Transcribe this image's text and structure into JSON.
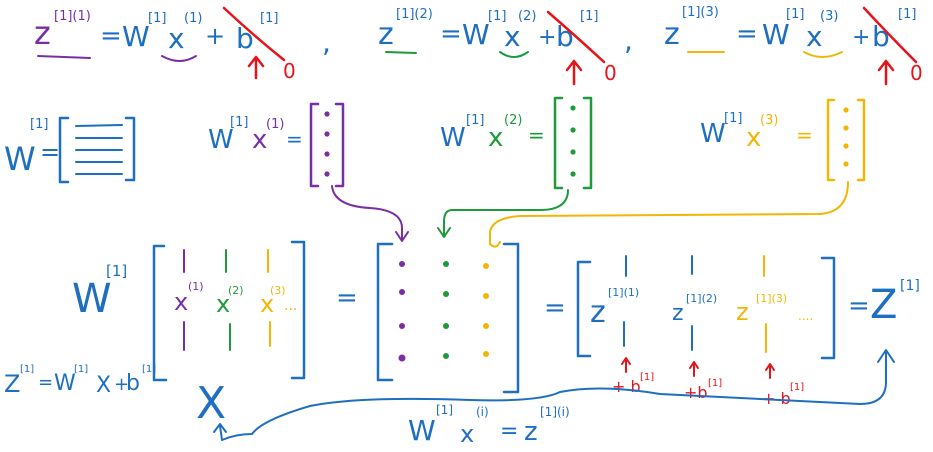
{
  "colors": {
    "blue": "#1f6fc0",
    "purple": "#7a2ea6",
    "green": "#1f9a3a",
    "yellow": "#f2b705",
    "red": "#e4141b"
  },
  "row1": {
    "eq1": {
      "z": "z",
      "z_sup": "[1](1)",
      "eq": "=",
      "w": "W",
      "w_sup": "[1]",
      "x": "x",
      "x_sup": "(1)",
      "plus": "+",
      "b": "b",
      "b_sup": "[1]",
      "zero": "0"
    },
    "comma1": ",",
    "eq2": {
      "z": "z",
      "z_sup": "[1](2)",
      "eq": "=",
      "w": "W",
      "w_sup": "[1]",
      "x": "x",
      "x_sup": "(2)",
      "plus": "+",
      "b": "b",
      "b_sup": "[1]",
      "zero": "0"
    },
    "comma2": ",",
    "eq3": {
      "z": "z",
      "z_sup": "[1](3)",
      "eq": "=",
      "w": "W",
      "w_sup": "[1]",
      "x": "x",
      "x_sup": "(3)",
      "plus": "+",
      "b": "b",
      "b_sup": "[1]",
      "zero": "0"
    }
  },
  "row2": {
    "w_matrix": {
      "w": "W",
      "w_sup": "[1]",
      "eq": "="
    },
    "wx1": {
      "w": "W",
      "w_sup": "[1]",
      "x": "x",
      "x_sup": "(1)",
      "eq": "="
    },
    "wx2": {
      "w": "W",
      "w_sup": "[1]",
      "x": "x",
      "x_sup": "(2)",
      "eq": "="
    },
    "wx3": {
      "w": "W",
      "w_sup": "[1]",
      "x": "x",
      "x_sup": "(3)",
      "eq": "="
    }
  },
  "row3": {
    "w_big": {
      "w": "W",
      "w_sup": "[1]"
    },
    "x_cols": [
      {
        "x": "x",
        "sup": "(1)"
      },
      {
        "x": "x",
        "sup": "(2)"
      },
      {
        "x": "x",
        "sup": "(3)"
      }
    ],
    "x_ellipsis": "...",
    "eq_a": "=",
    "eq_b": "=",
    "z_cols": [
      {
        "z": "z",
        "sup": "[1](1)"
      },
      {
        "z": "z",
        "sup": "[1](2)"
      },
      {
        "z": "z",
        "sup": "[1](3)"
      }
    ],
    "z_ellipsis": "....",
    "eq_c": "=",
    "z_result": {
      "z": "Z",
      "sup": "[1]"
    },
    "plus_b": [
      {
        "text": "+ b",
        "sup": "[1]"
      },
      {
        "text": "+b",
        "sup": "[1]"
      },
      {
        "text": "+ b",
        "sup": "[1]"
      }
    ]
  },
  "bottom": {
    "formula": {
      "z": "Z",
      "z_sup": "[1]",
      "eq": "=",
      "w": "W",
      "w_sup": "[1]",
      "x": "X",
      "plus": "+",
      "b": "b",
      "b_sup": "[1]"
    },
    "big_x": "X",
    "wx_eq": {
      "w": "W",
      "w_sup": "[1]",
      "x": "x",
      "x_sup": "(i)",
      "eq": "=",
      "z": "z",
      "z_sup": "[1](i)"
    }
  }
}
